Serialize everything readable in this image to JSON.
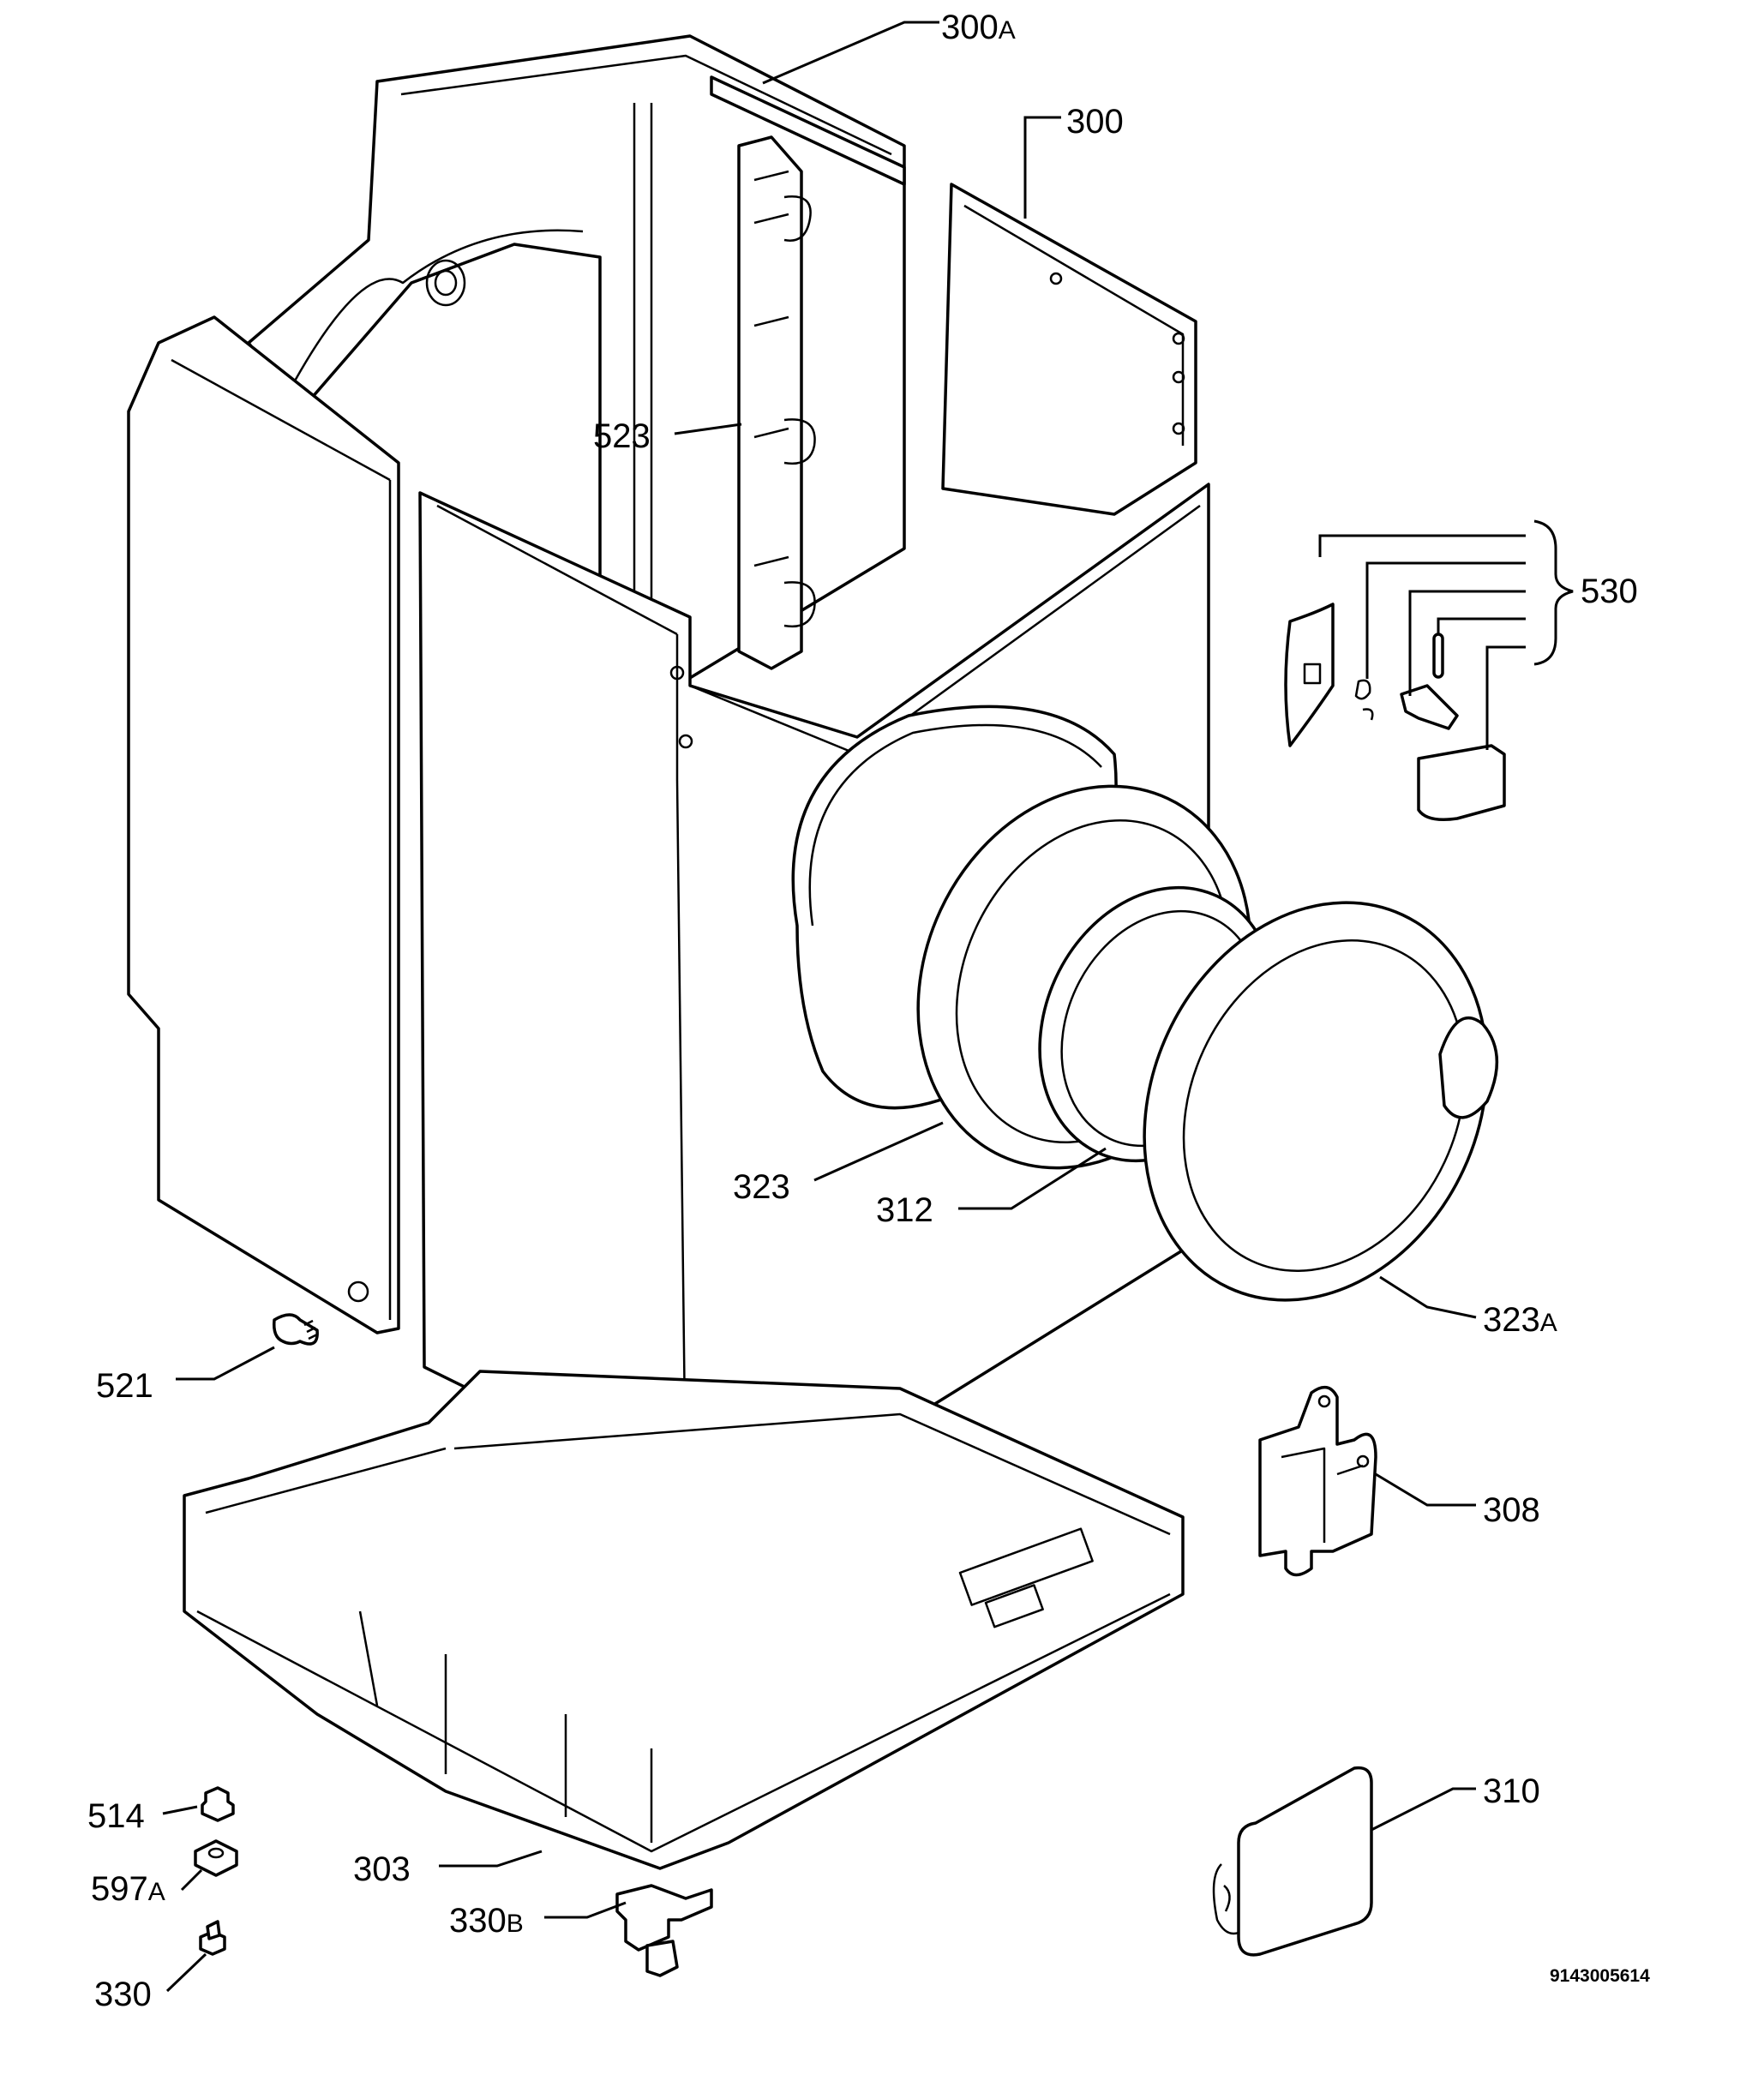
{
  "callouts": {
    "c300a": {
      "num": "300",
      "suffix": "A"
    },
    "c300": {
      "num": "300"
    },
    "c523": {
      "num": "523"
    },
    "c530": {
      "num": "530"
    },
    "c323": {
      "num": "323"
    },
    "c312": {
      "num": "312"
    },
    "c323a": {
      "num": "323",
      "suffix": "A"
    },
    "c521": {
      "num": "521"
    },
    "c308": {
      "num": "308"
    },
    "c310": {
      "num": "310"
    },
    "c514": {
      "num": "514"
    },
    "c597a": {
      "num": "597",
      "suffix": "A"
    },
    "c303": {
      "num": "303"
    },
    "c330b": {
      "num": "330",
      "suffix": "B"
    },
    "c330": {
      "num": "330"
    }
  },
  "document_number": "9143005614"
}
